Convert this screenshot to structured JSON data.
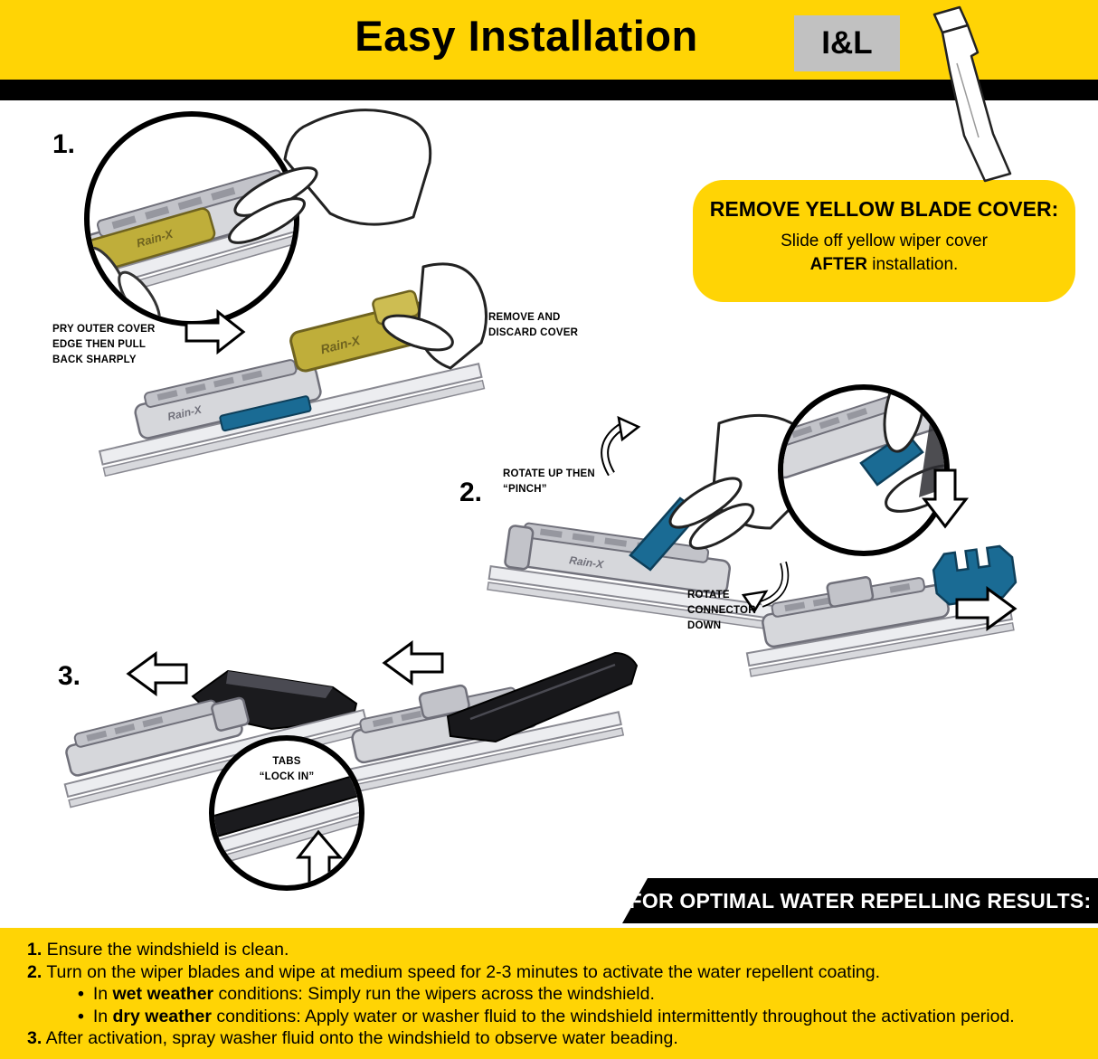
{
  "header": {
    "title": "Easy Installation",
    "badge": "I&L"
  },
  "callout": {
    "title": "REMOVE YELLOW BLADE COVER:",
    "line1": "Slide off yellow wiper cover",
    "bold": "AFTER",
    "rest": " installation."
  },
  "step1": {
    "number": "1.",
    "caption_pry": "PRY OUTER COVER\nEDGE THEN PULL\nBACK SHARPLY",
    "caption_remove": "REMOVE AND\nDISCARD COVER",
    "blade_logo": "Rain-X"
  },
  "step2": {
    "number": "2.",
    "caption_rotate_up": "ROTATE UP THEN\n“PINCH”",
    "caption_rotate_down": "ROTATE\nCONNECTOR\nDOWN"
  },
  "step3": {
    "number": "3.",
    "caption_tabs": "TABS\n“LOCK IN”"
  },
  "banner": {
    "title": "FOR OPTIMAL WATER REPELLING RESULTS:"
  },
  "footer": {
    "bullet": "•",
    "line1_num": "1.",
    "line1_text": " Ensure the windshield is clean.",
    "line2_num": "2.",
    "line2_text": " Turn on the wiper blades and wipe at medium speed for 2-3 minutes to activate the water repellent coating.",
    "line3_pre": "In ",
    "line3_bold": "wet weather",
    "line3_post": " conditions: Simply run the wipers across the windshield.",
    "line4_pre": "In ",
    "line4_bold": "dry weather",
    "line4_post": " conditions: Apply water or washer fluid to the windshield intermittently throughout the activation period.",
    "line5_num": "3.",
    "line5_text": " After activation, spray washer fluid onto the windshield to observe water beading."
  },
  "colors": {
    "brand_yellow": "#FFD405",
    "blade_blue": "#1A6B94",
    "cover_yellow": "#BFAE3A",
    "badge_gray": "#C1C1C1"
  }
}
